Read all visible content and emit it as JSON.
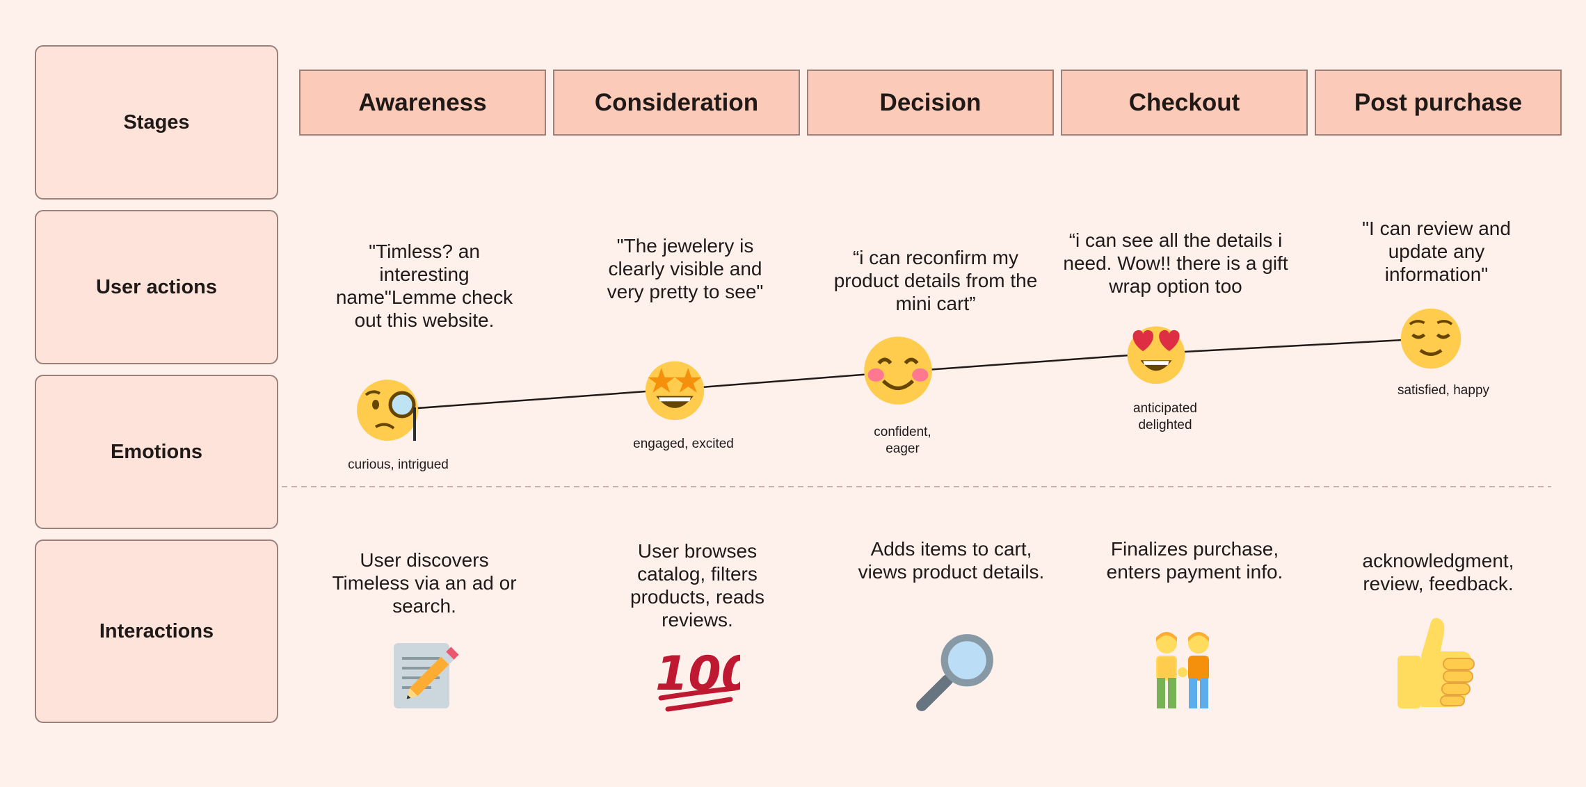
{
  "rows": {
    "stages": "Stages",
    "user_actions": "User actions",
    "emotions": "Emotions",
    "interactions": "Interactions"
  },
  "stages": [
    "Awareness",
    "Consideration",
    "Decision",
    "Checkout",
    "Post purchase"
  ],
  "user_actions": [
    "\"Timless? an interesting name\"Lemme check out this website.",
    "\"The jewelery is clearly visible and very pretty to see\"",
    "“i can reconfirm my product details from the mini cart”",
    "“i can see all the details i need. Wow!! there is a gift wrap option too",
    "\"I can review and update any information\""
  ],
  "emotions": [
    {
      "icon": "monocle-face-icon",
      "label": "curious, intrigued"
    },
    {
      "icon": "star-struck-face-icon",
      "label": "engaged, excited"
    },
    {
      "icon": "smiling-blushing-face-icon",
      "label": "confident, eager"
    },
    {
      "icon": "heart-eyes-face-icon",
      "label": "anticipated delighted"
    },
    {
      "icon": "relieved-face-icon",
      "label": "satisfied, happy"
    }
  ],
  "interactions": [
    {
      "icon": "memo-pencil-icon",
      "text": "User discovers Timeless via an ad or search."
    },
    {
      "icon": "hundred-points-icon",
      "text": "User browses catalog, filters products, reads reviews."
    },
    {
      "icon": "magnifying-glass-icon",
      "text": "Adds items to cart, views product details."
    },
    {
      "icon": "two-people-holding-hands-icon",
      "text": "Finalizes purchase, enters payment info."
    },
    {
      "icon": "thumbs-up-icon",
      "text": "acknowledgment, review, feedback."
    }
  ],
  "colors": {
    "background": "#fef1ec",
    "row_label_fill": "#fee3db",
    "stage_fill": "#fbcab9",
    "border": "#9c807a",
    "emoji_yellow": "#ffcc4d"
  }
}
